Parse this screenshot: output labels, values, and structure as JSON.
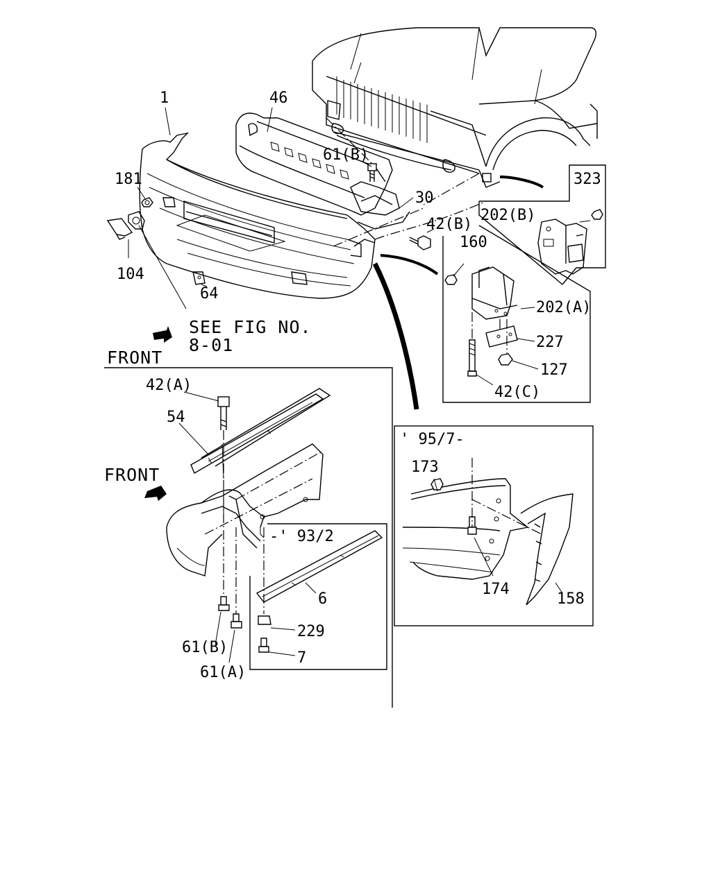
{
  "callouts": {
    "c1": "1",
    "c46": "46",
    "c61b_top": "61(B)",
    "c181": "181",
    "c30": "30",
    "c42b": "42(B)",
    "c104": "104",
    "c64": "64",
    "c323": "323",
    "c202b": "202(B)",
    "c160": "160",
    "c202a": "202(A)",
    "c227": "227",
    "c127": "127",
    "c42c": "42(C)",
    "c42a": "42(A)",
    "c54": "54",
    "c6": "6",
    "c229": "229",
    "c7": "7",
    "c61b_bottom": "61(B)",
    "c61a": "61(A)",
    "c173": "173",
    "c174": "174",
    "c158": "158"
  },
  "notes": {
    "see_fig_line1": "SEE FIG NO.",
    "see_fig_line2": "8-01",
    "front_top": "FRONT",
    "front_mid": "FRONT",
    "range_93": "-' 93/2",
    "range_95": "' 95/7-"
  }
}
